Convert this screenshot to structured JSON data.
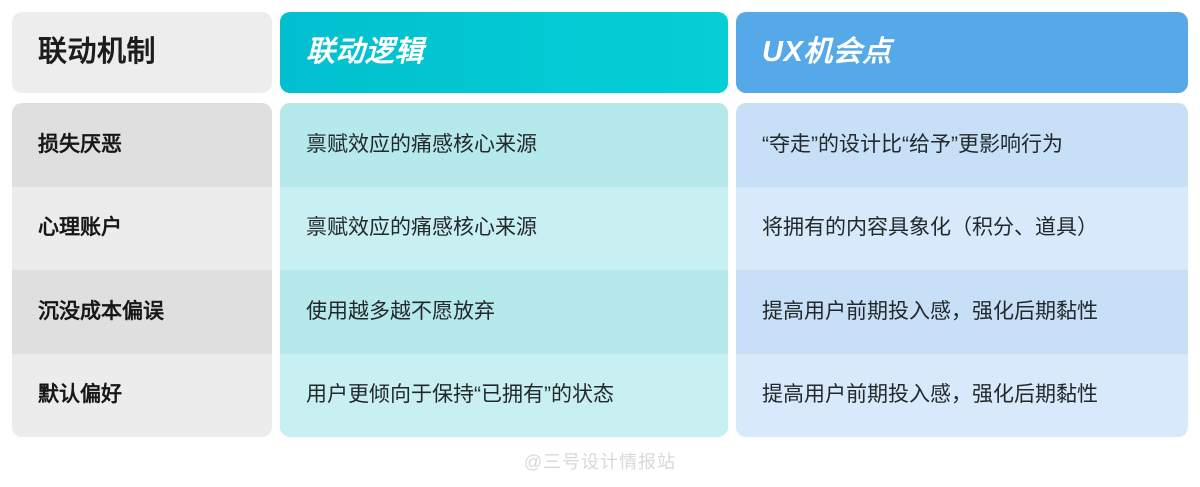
{
  "table": {
    "columns": [
      {
        "header": "联动机制",
        "cells": [
          "损失厌恶",
          "心理账户",
          "沉没成本偏误",
          "默认偏好"
        ]
      },
      {
        "header": "联动逻辑",
        "cells": [
          "禀赋效应的痛感核心来源",
          "禀赋效应的痛感核心来源",
          "使用越多越不愿放弃",
          "用户更倾向于保持“已拥有”的状态"
        ]
      },
      {
        "header": "UX机会点",
        "cells": [
          "“夺走”的设计比“给予”更影响行为",
          "将拥有的内容具象化（积分、道具）",
          "提高用户前期投入感，强化后期黏性",
          "提高用户前期投入感，强化后期黏性"
        ]
      }
    ]
  },
  "watermark": {
    "text": "@三号设计情报站"
  },
  "colors": {
    "col1_header_bg": "#ededed",
    "col2_header_bg": "#03c9d3",
    "col3_header_bg": "#55a9e8",
    "col1_row_dark": "#dfdfdf",
    "col1_row_light": "#ececec",
    "col2_row_dark": "#b6e9ec",
    "col2_row_light": "#c8eff2",
    "col3_row_dark": "#c7e0f7",
    "col3_row_light": "#d7e9fa",
    "text_dark": "#1f1f1f",
    "header_text_light": "#ffffff",
    "watermark": "#d6d8da"
  }
}
